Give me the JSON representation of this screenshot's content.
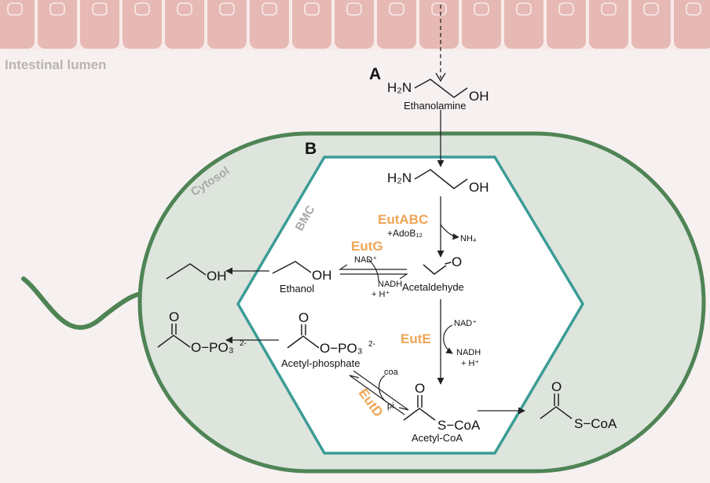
{
  "labels": {
    "intestinal_lumen": "Intestinal lumen",
    "cytosol": "Cytosol",
    "bmc": "BMC",
    "panel_a": "A",
    "panel_b": "B"
  },
  "molecules": {
    "ethanolamine": "Ethanolamine",
    "h2n": "H₂N",
    "oh": "OH",
    "ethanol": "Ethanol",
    "acetaldehyde": "Acetaldehyde",
    "acetaldehyde_o": "O",
    "acetyl_phosphate": "Acetyl-phosphate",
    "phosphate_group": "O−PO₃",
    "phosphate_charge": "2-",
    "acetyl_coa": "Acetyl-CoA",
    "s_coa": "S−CoA",
    "carbonyl_o": "O"
  },
  "enzymes": {
    "eutabc": "EutABC",
    "eutg": "EutG",
    "eute": "EutE",
    "eutd": "EutD"
  },
  "cofactors": {
    "adob12": "+AdoB₁₂",
    "nh4": "NH₄",
    "nad_plus": "NAD⁺",
    "nadh": "NADH",
    "h_plus": "+ H⁺",
    "coa": "coa",
    "pi": "pi"
  },
  "colors": {
    "background": "#f7f0f0",
    "epithelium_cell": "#e7b9b4",
    "epithelium_border": "#f7ebea",
    "cell_fill": "#dde5dd",
    "cell_border": "#4f8455",
    "bmc_border": "#3c9c96",
    "bmc_fill": "#ffffff",
    "enzyme": "#eea656",
    "label_gray": "#a9a9a9",
    "ink": "#222222"
  }
}
